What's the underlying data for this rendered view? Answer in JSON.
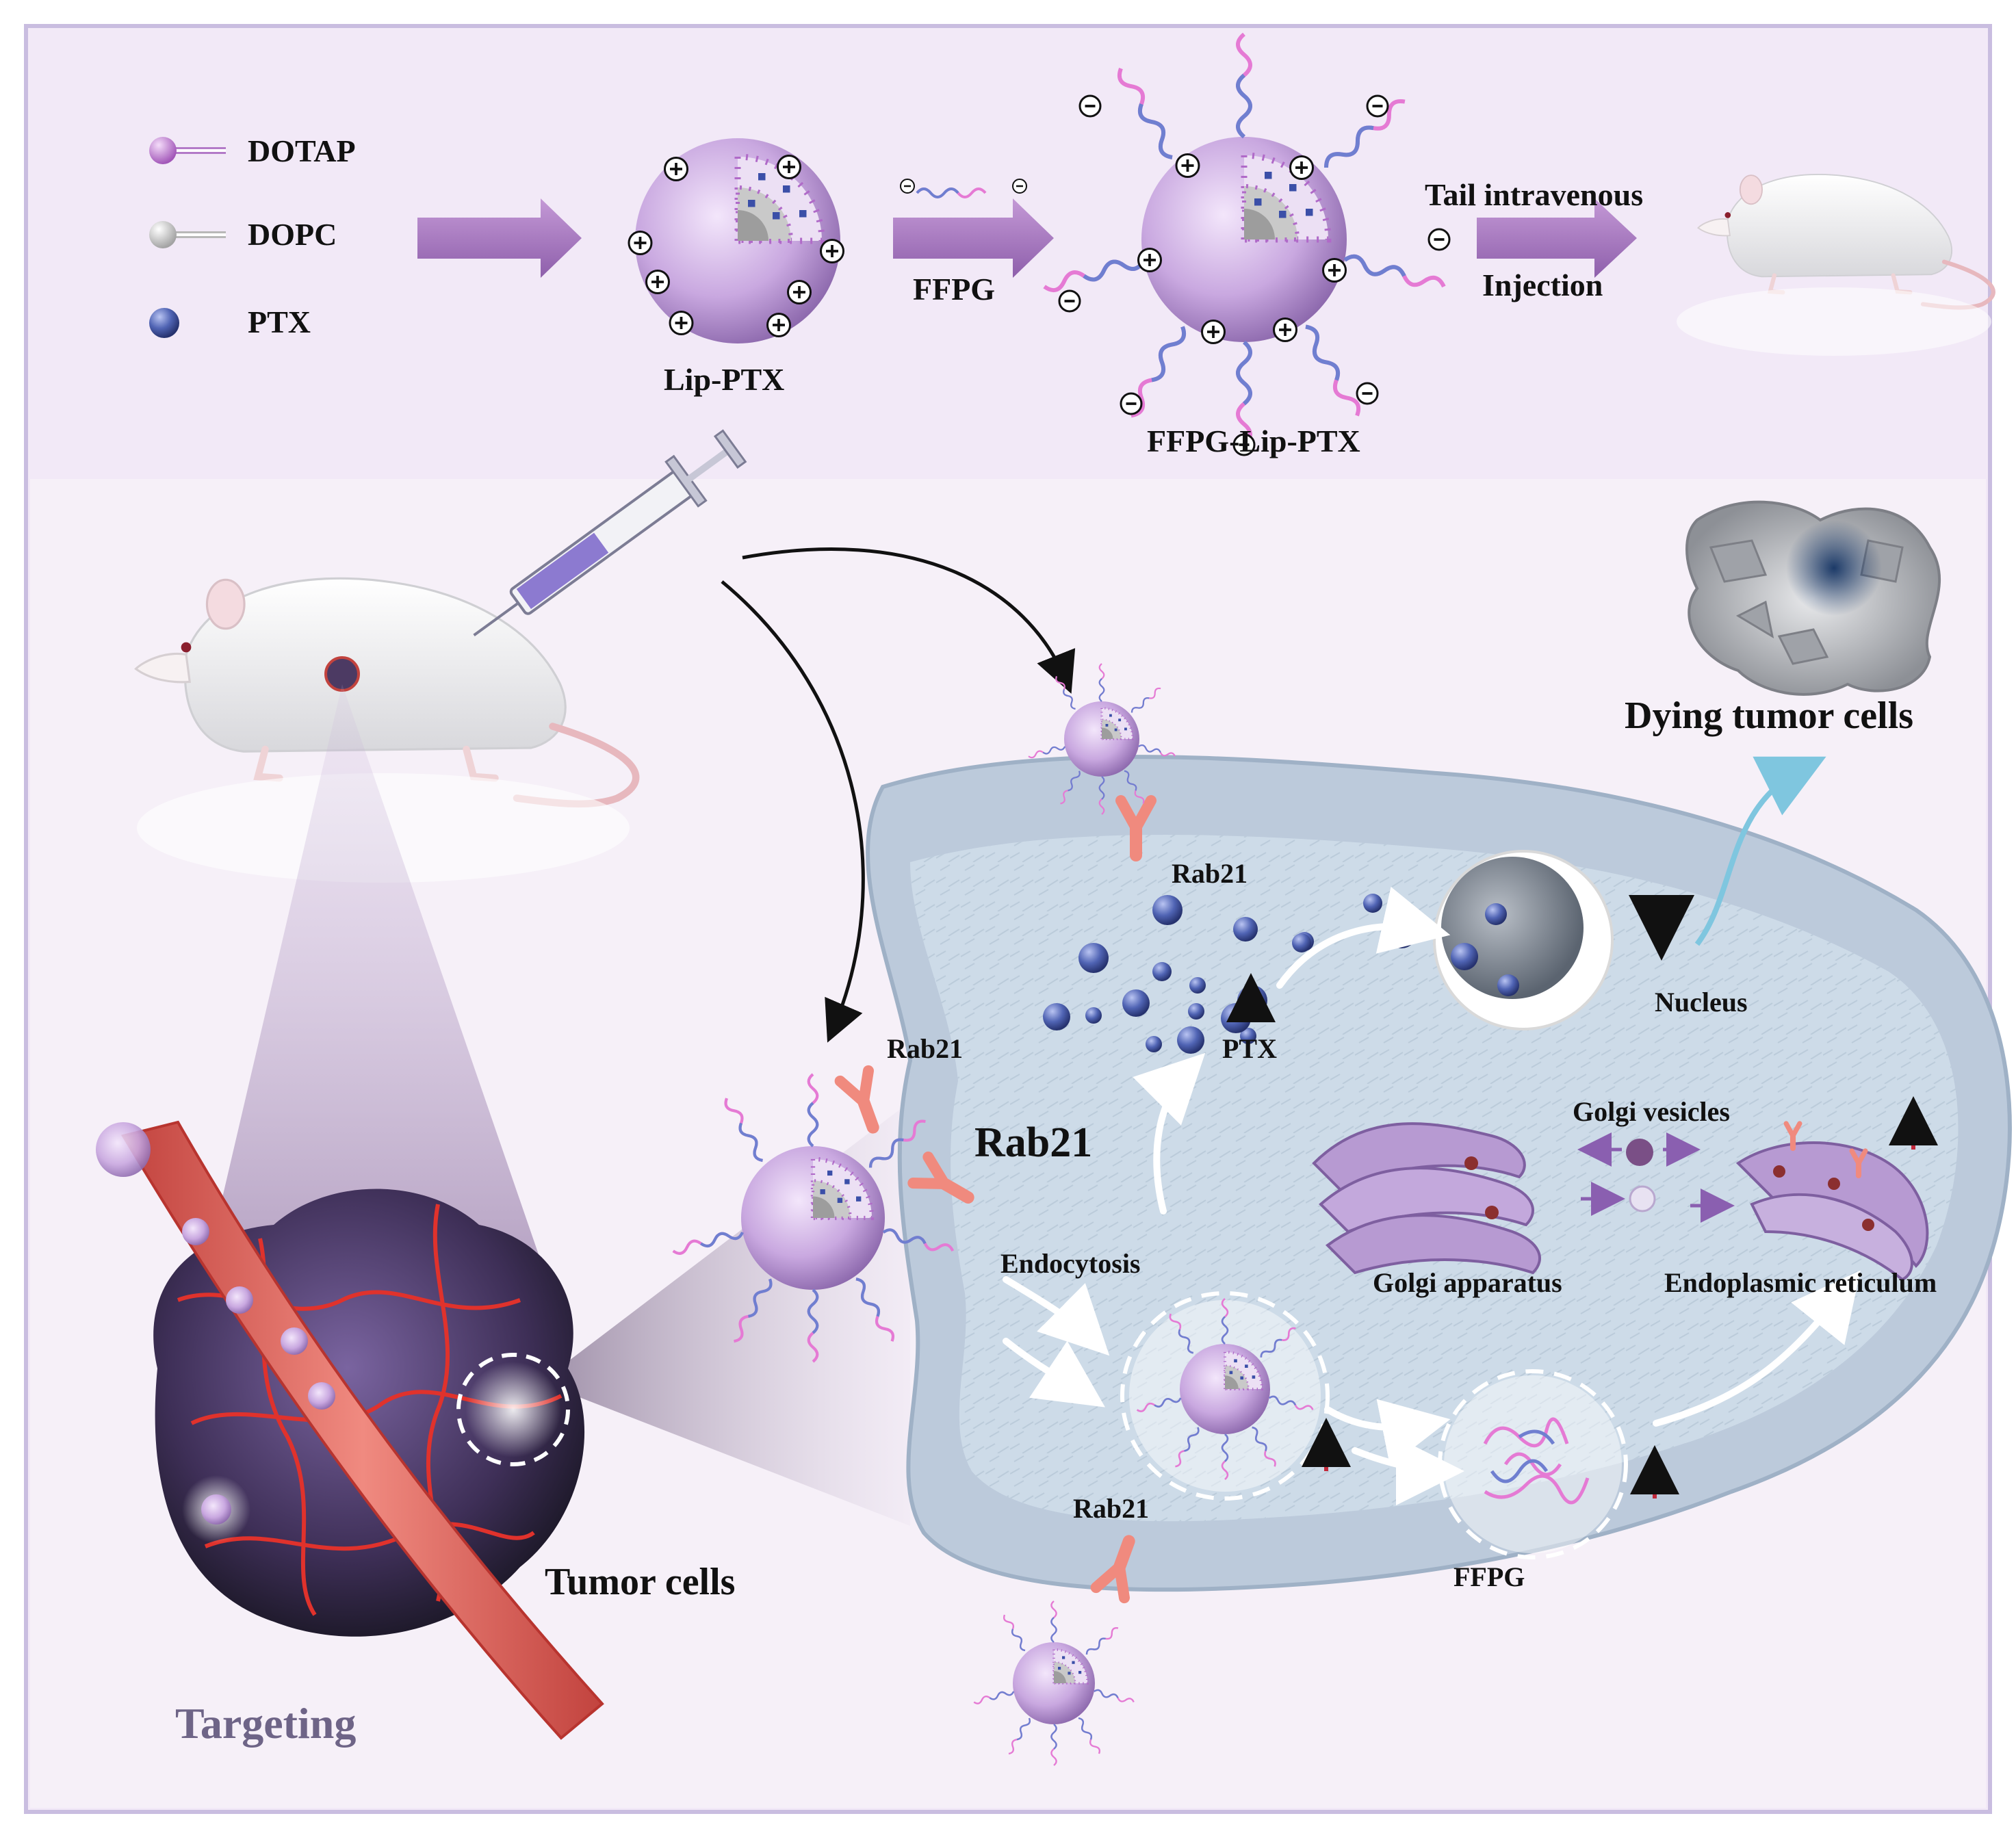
{
  "legend": {
    "items": [
      {
        "key": "dotap",
        "label": "DOTAP"
      },
      {
        "key": "dopc",
        "label": "DOPC"
      },
      {
        "key": "ptx",
        "label": "PTX"
      }
    ]
  },
  "prep": {
    "lip_ptx": "Lip-PTX",
    "ffpg_step": "FFPG",
    "ffpg_lip_ptx": "FFPG-Lip-PTX",
    "injection_line1": "Tail intravenous",
    "injection_line2": "Injection"
  },
  "cell": {
    "rab21_top": "Rab21",
    "rab21_left": "Rab21",
    "rab21_big": "Rab21",
    "rab21_bottom": "Rab21",
    "ptx": "PTX",
    "nucleus": "Nucleus",
    "golgi_vesicles": "Golgi vesicles",
    "golgi_apparatus": "Golgi apparatus",
    "er": "Endoplasmic reticulum",
    "endocytosis": "Endocytosis",
    "ffpg": "FFPG"
  },
  "outcome": {
    "dying": "Dying tumor cells",
    "tumor": "Tumor cells",
    "targeting": "Targeting"
  },
  "colors": {
    "background": "#f0e6f7",
    "border": "#c9bde0",
    "arrow": "#9a6aa9",
    "liposome": "#c9a8e0",
    "ptx": "#4a5aa8",
    "cell_fill": "#cddbe8",
    "vessel": "#e8746e",
    "tumor": "#4c3a63",
    "receptor": "#f08a7e"
  }
}
